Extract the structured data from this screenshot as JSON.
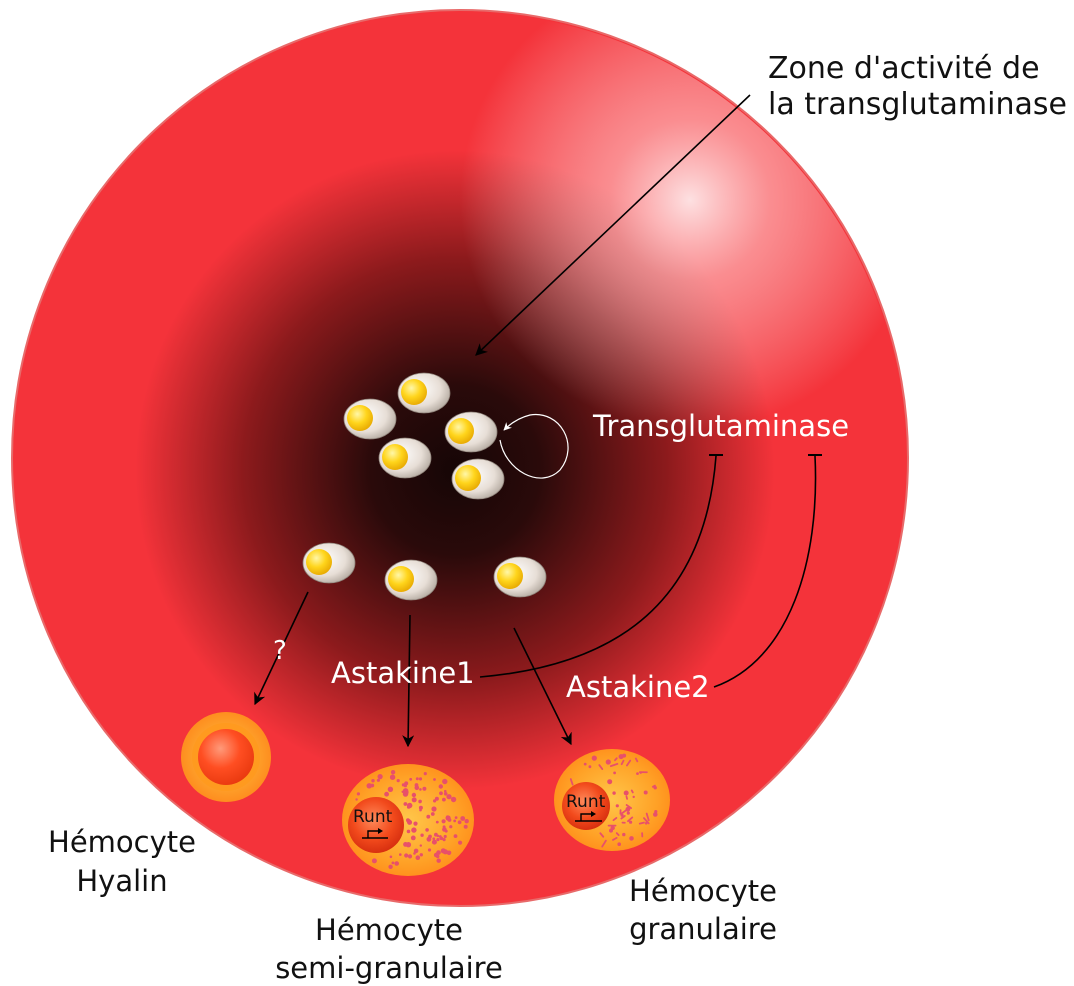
{
  "labels": {
    "zone_line1": "Zone d'activité de",
    "zone_line2": "la transglutaminase",
    "transglutaminase": "Transglutaminase",
    "question": "?",
    "astakine1": "Astakine1",
    "astakine2": "Astakine2",
    "runt_semi": "Runt",
    "runt_gran": "Runt",
    "hyalin_line1": "Hémocyte",
    "hyalin_line2": "Hyalin",
    "semi_line1": "Hémocyte",
    "semi_line2": "semi-granulaire",
    "gran_line1": "Hémocyte",
    "gran_line2": "granulaire"
  },
  "colors": {
    "tissue_red": "#f4333a",
    "center_dark": "#1a0808",
    "stem_yellow": "#ffd21a",
    "hemocyte_orange": "#ff9a1f",
    "nucleus_red": "#f24a1c",
    "granule_pink": "#e8506a"
  }
}
